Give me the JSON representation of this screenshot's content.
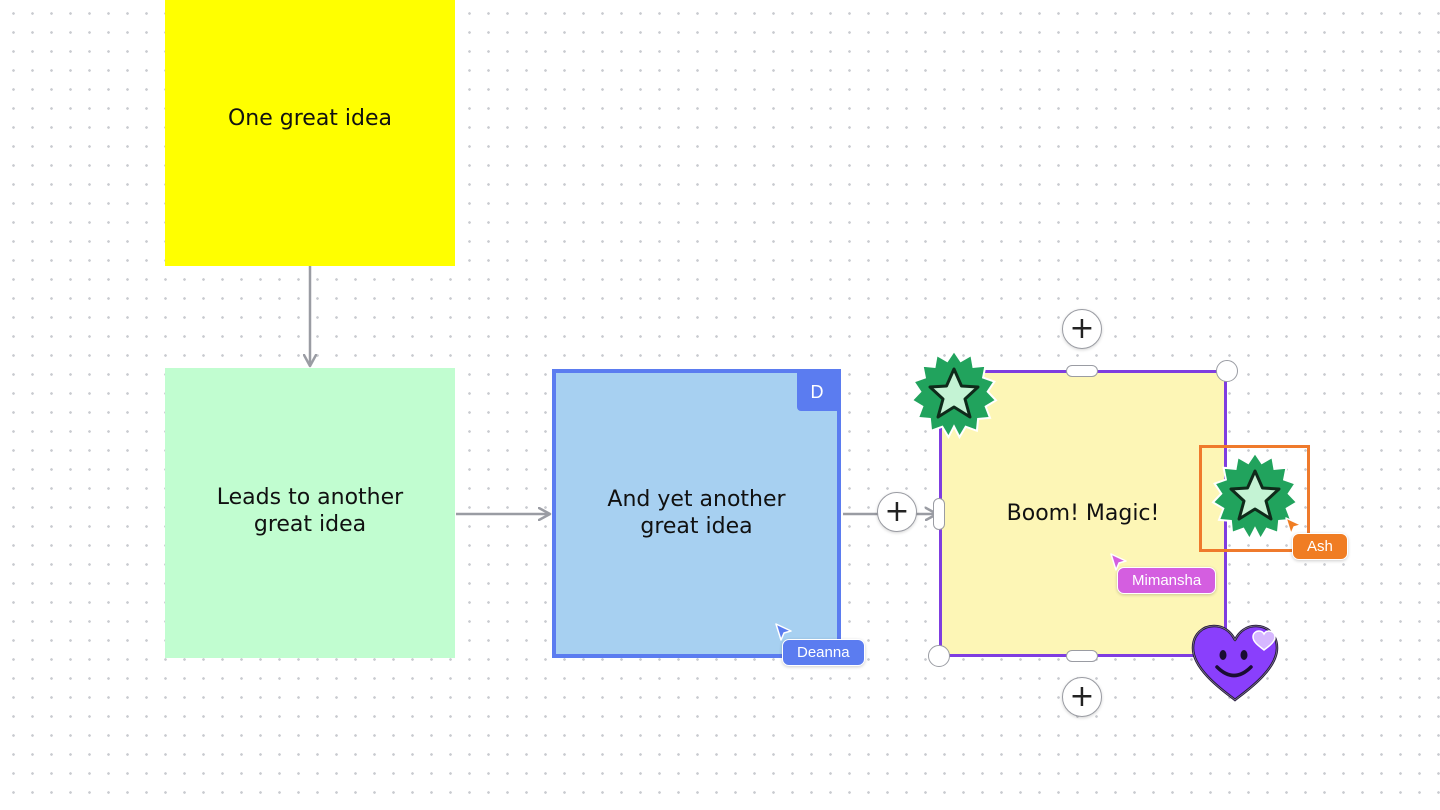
{
  "canvas": {
    "background": "#ffffff",
    "dot_color": "#c9cbd0",
    "connector_color": "#9a9ca3"
  },
  "notes": [
    {
      "text": "One great idea",
      "color": "#ffff00"
    },
    {
      "text": "Leads to another\ngreat idea",
      "color": "#c1fdd0"
    },
    {
      "text": "And yet another\ngreat idea",
      "color": "#a7d0f1",
      "border_color": "#5b7cf0",
      "owner_badge": "D"
    },
    {
      "text": "Boom! Magic!",
      "color": "#fdf6b6",
      "border_color": "#7f3de0",
      "selected": true
    }
  ],
  "selection_controls": {
    "add_top_icon": "plus-icon",
    "add_bottom_icon": "plus-icon",
    "add_left_icon": "plus-icon",
    "plus_glyph": "+"
  },
  "stickers": [
    {
      "name": "star-badge",
      "color": "#21a35d",
      "fill": "#c4f3d4"
    },
    {
      "name": "star-badge",
      "color": "#21a35d",
      "fill": "#c4f3d4",
      "selected_color": "#ef7a2c"
    },
    {
      "name": "smiley-heart",
      "color": "#8a3ffc",
      "accent": "#d6b7ff"
    }
  ],
  "collaborators": [
    {
      "name": "Deanna",
      "color": "#5b7cf0"
    },
    {
      "name": "Mimansha",
      "color": "#d45ee0"
    },
    {
      "name": "Ash",
      "color": "#f07d23"
    }
  ]
}
